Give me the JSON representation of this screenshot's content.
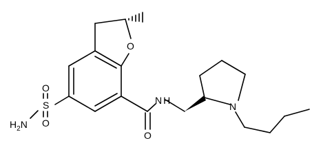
{
  "molecule": {
    "atoms": {
      "ring_oxygen": "O",
      "sulfonyl_o_top": "O",
      "sulfur": "S",
      "sulfonyl_o_bottom": "O",
      "sulfonamide_n": "H2N",
      "amide_o": "O",
      "amide_n": "N",
      "amide_h": "H",
      "pyrrolidine_n": "N"
    },
    "stereo": {
      "methyl_bond": "hashed-wedge",
      "pyrrolidine_ch2_bond": "solid-wedge"
    }
  }
}
